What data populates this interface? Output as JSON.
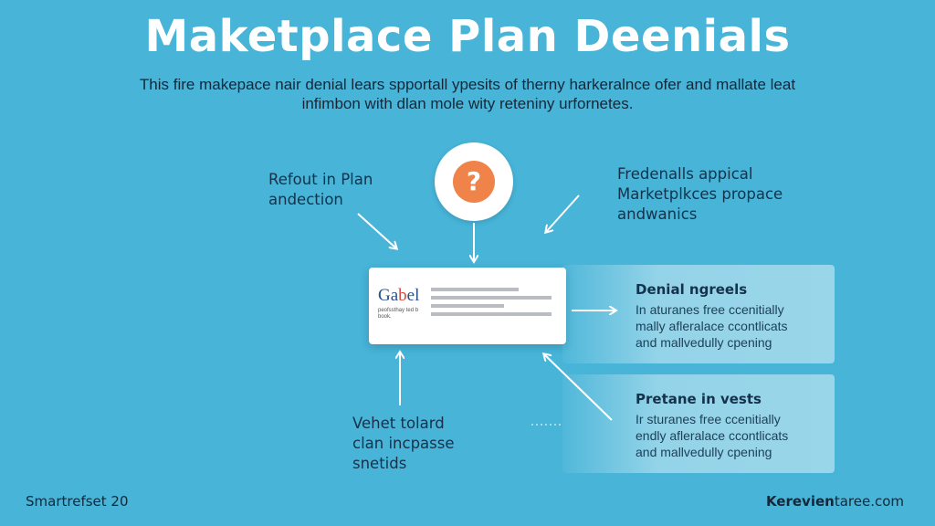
{
  "title": "Maketplace Plan Deenials",
  "subtitle": "This fire makepace nair denial lears spportall ypesits of therny harkeralnce ofer and mallate leat infimbon with dlan mole wity reteniny urfornetes.",
  "center_icon": {
    "glyph": "?",
    "icon": "question-icon",
    "color": "#f08349"
  },
  "labels": {
    "left": [
      "Refout in Plan",
      "andection"
    ],
    "right": [
      "Fredenalls appical",
      "Marketplkces propace",
      "andwanics"
    ],
    "bottom": [
      "Vehet tolard",
      "clan incpasse",
      "snetids"
    ]
  },
  "document": {
    "logo_a": "Ga",
    "logo_b": "b",
    "logo_c": "el",
    "small_text": "peofssthay ted b book."
  },
  "panels": [
    {
      "title": "Denial ngreels",
      "lines": [
        "In aturanes free ccenitially",
        "mally afleralace ccontlicats",
        "and mallvedully cpening"
      ]
    },
    {
      "title": "Pretane in vests",
      "lines": [
        "Ir sturanes free ccenitially",
        "endly afleralace ccontlicats",
        "and mallvedully cpening"
      ]
    }
  ],
  "footer": {
    "left": "Smartrefset 20",
    "right_bold": "Kerevien",
    "right_rest": "taree.com"
  },
  "colors": {
    "background": "#47b4d8",
    "accent": "#f08349",
    "title": "#ffffff"
  }
}
